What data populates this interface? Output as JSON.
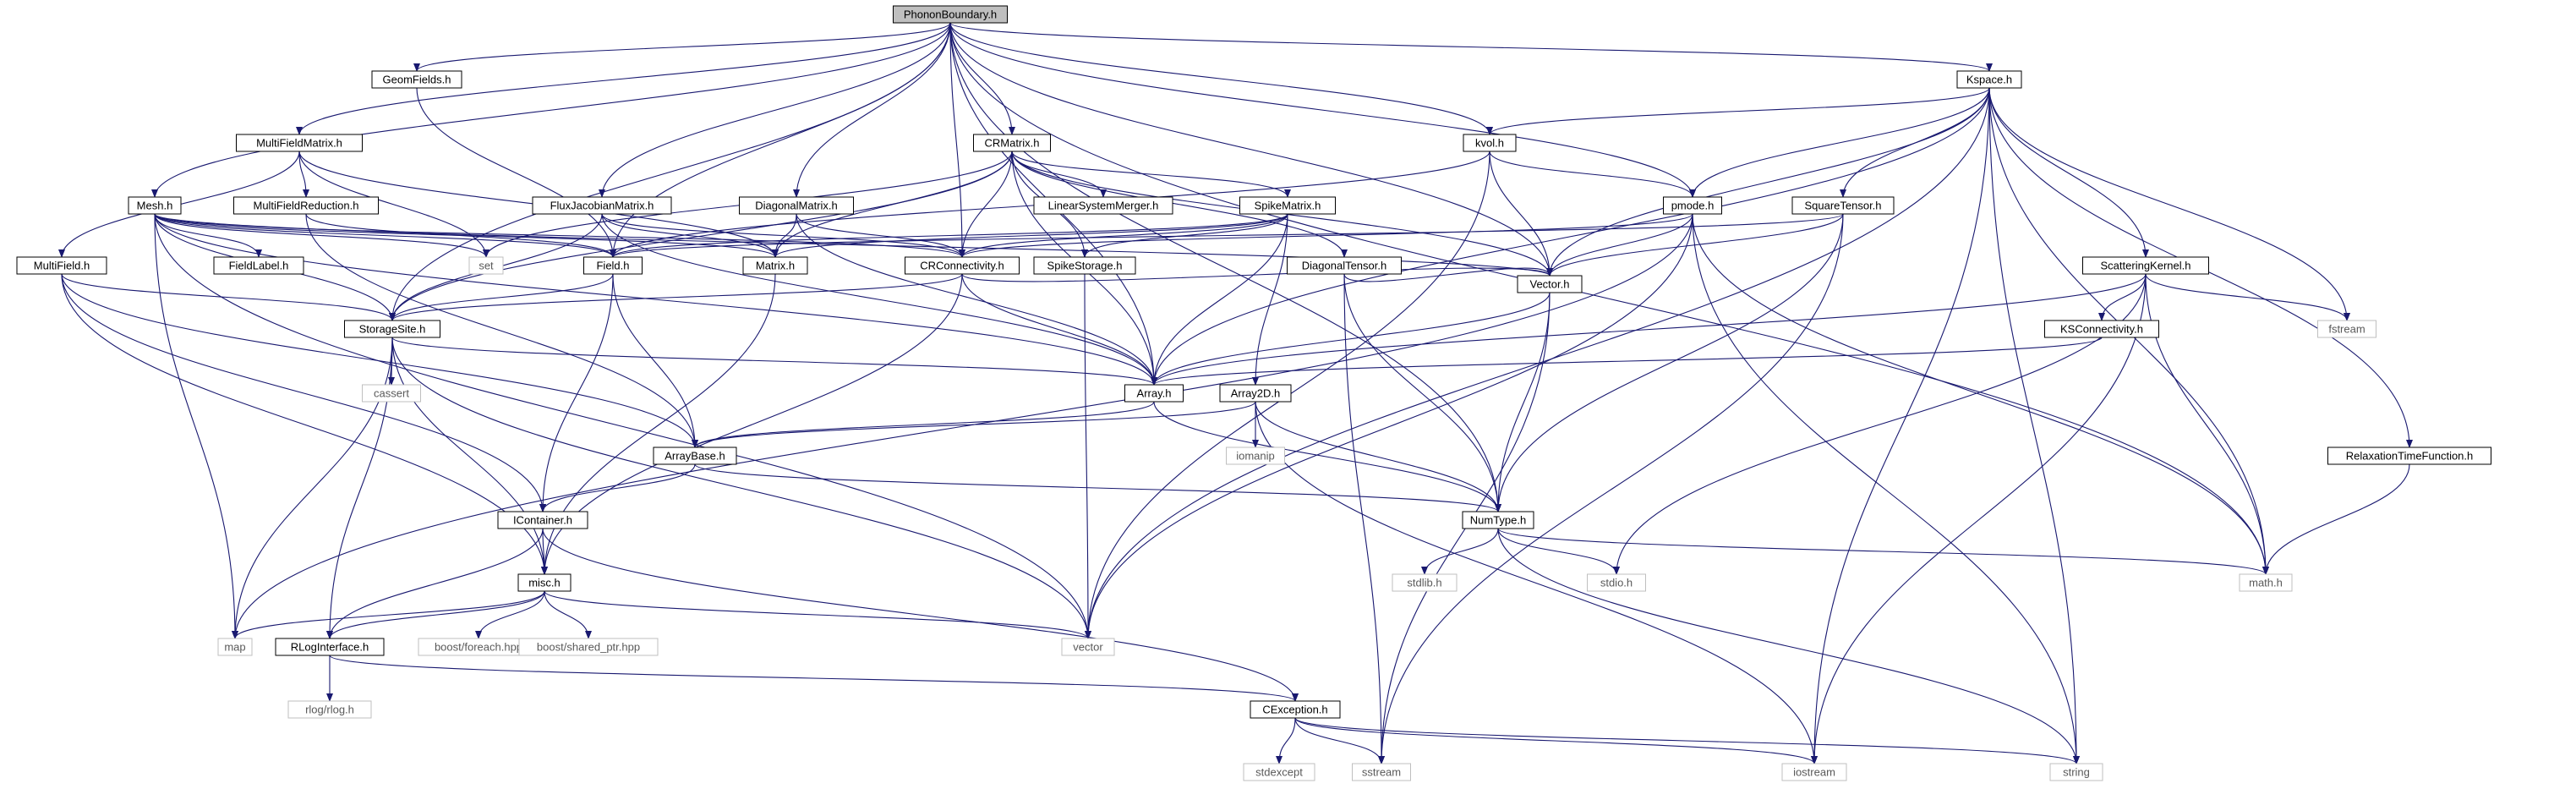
{
  "colors": {
    "edge": "#191970",
    "node_border": "#000000",
    "system_border": "#bfbfbf",
    "root_fill": "#bfbfbf",
    "text": "#000000",
    "system_text": "#595959",
    "background": "#ffffff"
  },
  "nodes": [
    {
      "id": "PhononBoundary",
      "label": "PhononBoundary.h",
      "kind": "root"
    },
    {
      "id": "GeomFields",
      "label": "GeomFields.h",
      "kind": "file"
    },
    {
      "id": "MultiFieldMatrix",
      "label": "MultiFieldMatrix.h",
      "kind": "file"
    },
    {
      "id": "CRMatrix",
      "label": "CRMatrix.h",
      "kind": "file"
    },
    {
      "id": "kvol",
      "label": "kvol.h",
      "kind": "file"
    },
    {
      "id": "Kspace",
      "label": "Kspace.h",
      "kind": "file"
    },
    {
      "id": "Mesh",
      "label": "Mesh.h",
      "kind": "file"
    },
    {
      "id": "MultiFieldReduction",
      "label": "MultiFieldReduction.h",
      "kind": "file"
    },
    {
      "id": "FluxJacobianMatrix",
      "label": "FluxJacobianMatrix.h",
      "kind": "file"
    },
    {
      "id": "DiagonalMatrix",
      "label": "DiagonalMatrix.h",
      "kind": "file"
    },
    {
      "id": "LinearSystemMerger",
      "label": "LinearSystemMerger.h",
      "kind": "file"
    },
    {
      "id": "SpikeMatrix",
      "label": "SpikeMatrix.h",
      "kind": "file"
    },
    {
      "id": "pmode",
      "label": "pmode.h",
      "kind": "file"
    },
    {
      "id": "SquareTensor",
      "label": "SquareTensor.h",
      "kind": "file"
    },
    {
      "id": "MultiField",
      "label": "MultiField.h",
      "kind": "file"
    },
    {
      "id": "FieldLabel",
      "label": "FieldLabel.h",
      "kind": "file"
    },
    {
      "id": "set",
      "label": "set",
      "kind": "system"
    },
    {
      "id": "Field",
      "label": "Field.h",
      "kind": "file"
    },
    {
      "id": "Matrix",
      "label": "Matrix.h",
      "kind": "file"
    },
    {
      "id": "CRConnectivity",
      "label": "CRConnectivity.h",
      "kind": "file"
    },
    {
      "id": "SpikeStorage",
      "label": "SpikeStorage.h",
      "kind": "file"
    },
    {
      "id": "DiagonalTensor",
      "label": "DiagonalTensor.h",
      "kind": "file"
    },
    {
      "id": "Vector",
      "label": "Vector.h",
      "kind": "file"
    },
    {
      "id": "ScatteringKernel",
      "label": "ScatteringKernel.h",
      "kind": "file"
    },
    {
      "id": "StorageSite",
      "label": "StorageSite.h",
      "kind": "file"
    },
    {
      "id": "KSConnectivity",
      "label": "KSConnectivity.h",
      "kind": "file"
    },
    {
      "id": "fstream",
      "label": "fstream",
      "kind": "system"
    },
    {
      "id": "cassert",
      "label": "cassert",
      "kind": "system"
    },
    {
      "id": "Array",
      "label": "Array.h",
      "kind": "file"
    },
    {
      "id": "Array2D",
      "label": "Array2D.h",
      "kind": "file"
    },
    {
      "id": "iomanip",
      "label": "iomanip",
      "kind": "system"
    },
    {
      "id": "ArrayBase",
      "label": "ArrayBase.h",
      "kind": "file"
    },
    {
      "id": "RelaxationTimeFunction",
      "label": "RelaxationTimeFunction.h",
      "kind": "file"
    },
    {
      "id": "IContainer",
      "label": "IContainer.h",
      "kind": "file"
    },
    {
      "id": "NumType",
      "label": "NumType.h",
      "kind": "file"
    },
    {
      "id": "stdlib",
      "label": "stdlib.h",
      "kind": "system"
    },
    {
      "id": "stdio",
      "label": "stdio.h",
      "kind": "system"
    },
    {
      "id": "mathh",
      "label": "math.h",
      "kind": "system"
    },
    {
      "id": "misc",
      "label": "misc.h",
      "kind": "file"
    },
    {
      "id": "map",
      "label": "map",
      "kind": "system"
    },
    {
      "id": "RLogInterface",
      "label": "RLogInterface.h",
      "kind": "file"
    },
    {
      "id": "boostforeach",
      "label": "boost/foreach.hpp",
      "kind": "system"
    },
    {
      "id": "boostshared",
      "label": "boost/shared_ptr.hpp",
      "kind": "system"
    },
    {
      "id": "vector",
      "label": "vector",
      "kind": "system"
    },
    {
      "id": "rlog",
      "label": "rlog/rlog.h",
      "kind": "system"
    },
    {
      "id": "CException",
      "label": "CException.h",
      "kind": "file"
    },
    {
      "id": "stdexcept",
      "label": "stdexcept",
      "kind": "system"
    },
    {
      "id": "sstream",
      "label": "sstream",
      "kind": "system"
    },
    {
      "id": "iostream",
      "label": "iostream",
      "kind": "system"
    },
    {
      "id": "string",
      "label": "string",
      "kind": "system"
    }
  ],
  "edges": [
    [
      "PhononBoundary",
      "GeomFields"
    ],
    [
      "PhononBoundary",
      "MultiFieldMatrix"
    ],
    [
      "PhononBoundary",
      "Mesh"
    ],
    [
      "PhononBoundary",
      "CRMatrix"
    ],
    [
      "PhononBoundary",
      "kvol"
    ],
    [
      "PhononBoundary",
      "Kspace"
    ],
    [
      "PhononBoundary",
      "FluxJacobianMatrix"
    ],
    [
      "PhononBoundary",
      "DiagonalMatrix"
    ],
    [
      "PhononBoundary",
      "CRConnectivity"
    ],
    [
      "PhononBoundary",
      "pmode"
    ],
    [
      "PhononBoundary",
      "Vector"
    ],
    [
      "PhononBoundary",
      "Field"
    ],
    [
      "PhononBoundary",
      "StorageSite"
    ],
    [
      "PhononBoundary",
      "Array"
    ],
    [
      "PhononBoundary",
      "NumType"
    ],
    [
      "PhononBoundary",
      "mathh"
    ],
    [
      "GeomFields",
      "Field"
    ],
    [
      "MultiFieldMatrix",
      "MultiFieldReduction"
    ],
    [
      "MultiFieldMatrix",
      "MultiField"
    ],
    [
      "MultiFieldMatrix",
      "Matrix"
    ],
    [
      "MultiFieldMatrix",
      "set"
    ],
    [
      "MultiFieldReduction",
      "Field"
    ],
    [
      "MultiFieldReduction",
      "ArrayBase"
    ],
    [
      "MultiField",
      "StorageSite"
    ],
    [
      "MultiField",
      "ArrayBase"
    ],
    [
      "MultiField",
      "IContainer"
    ],
    [
      "MultiField",
      "misc"
    ],
    [
      "Mesh",
      "FieldLabel"
    ],
    [
      "Mesh",
      "set"
    ],
    [
      "Mesh",
      "Field"
    ],
    [
      "Mesh",
      "StorageSite"
    ],
    [
      "Mesh",
      "CRConnectivity"
    ],
    [
      "Mesh",
      "Vector"
    ],
    [
      "Mesh",
      "Array"
    ],
    [
      "Mesh",
      "map"
    ],
    [
      "Mesh",
      "vector"
    ],
    [
      "Mesh",
      "Matrix"
    ],
    [
      "CRMatrix",
      "set"
    ],
    [
      "CRMatrix",
      "CRConnectivity"
    ],
    [
      "CRMatrix",
      "LinearSystemMerger"
    ],
    [
      "CRMatrix",
      "SpikeMatrix"
    ],
    [
      "CRMatrix",
      "SpikeStorage"
    ],
    [
      "CRMatrix",
      "Matrix"
    ],
    [
      "CRMatrix",
      "Array"
    ],
    [
      "CRMatrix",
      "StorageSite"
    ],
    [
      "CRMatrix",
      "Vector"
    ],
    [
      "CRMatrix",
      "DiagonalTensor"
    ],
    [
      "FluxJacobianMatrix",
      "Matrix"
    ],
    [
      "FluxJacobianMatrix",
      "CRConnectivity"
    ],
    [
      "FluxJacobianMatrix",
      "StorageSite"
    ],
    [
      "FluxJacobianMatrix",
      "Array"
    ],
    [
      "DiagonalMatrix",
      "Matrix"
    ],
    [
      "DiagonalMatrix",
      "CRConnectivity"
    ],
    [
      "DiagonalMatrix",
      "Array"
    ],
    [
      "SpikeMatrix",
      "CRConnectivity"
    ],
    [
      "SpikeMatrix",
      "SpikeStorage"
    ],
    [
      "SpikeMatrix",
      "Array"
    ],
    [
      "SpikeMatrix",
      "Array2D"
    ],
    [
      "SpikeMatrix",
      "Matrix"
    ],
    [
      "SpikeMatrix",
      "Field"
    ],
    [
      "kvol",
      "pmode"
    ],
    [
      "kvol",
      "Vector"
    ],
    [
      "kvol",
      "Field"
    ],
    [
      "kvol",
      "vector"
    ],
    [
      "Kspace",
      "kvol"
    ],
    [
      "Kspace",
      "pmode"
    ],
    [
      "Kspace",
      "SquareTensor"
    ],
    [
      "Kspace",
      "ScatteringKernel"
    ],
    [
      "Kspace",
      "RelaxationTimeFunction"
    ],
    [
      "Kspace",
      "fstream"
    ],
    [
      "Kspace",
      "mathh"
    ],
    [
      "Kspace",
      "vector"
    ],
    [
      "Kspace",
      "iostream"
    ],
    [
      "Kspace",
      "string"
    ],
    [
      "Kspace",
      "Vector"
    ],
    [
      "Kspace",
      "Array"
    ],
    [
      "pmode",
      "Vector"
    ],
    [
      "pmode",
      "string"
    ],
    [
      "pmode",
      "mathh"
    ],
    [
      "pmode",
      "vector"
    ],
    [
      "pmode",
      "map"
    ],
    [
      "pmode",
      "CRConnectivity"
    ],
    [
      "SquareTensor",
      "Vector"
    ],
    [
      "SquareTensor",
      "NumType"
    ],
    [
      "SquareTensor",
      "sstream"
    ],
    [
      "SquareTensor",
      "Field"
    ],
    [
      "Field",
      "StorageSite"
    ],
    [
      "Field",
      "ArrayBase"
    ],
    [
      "Field",
      "IContainer"
    ],
    [
      "Matrix",
      "misc"
    ],
    [
      "CRConnectivity",
      "StorageSite"
    ],
    [
      "CRConnectivity",
      "Array"
    ],
    [
      "CRConnectivity",
      "misc"
    ],
    [
      "CRConnectivity",
      "Vector"
    ],
    [
      "SpikeStorage",
      "vector"
    ],
    [
      "DiagonalTensor",
      "Vector"
    ],
    [
      "DiagonalTensor",
      "NumType"
    ],
    [
      "DiagonalTensor",
      "sstream"
    ],
    [
      "Vector",
      "NumType"
    ],
    [
      "Vector",
      "Array"
    ],
    [
      "Vector",
      "sstream"
    ],
    [
      "ScatteringKernel",
      "KSConnectivity"
    ],
    [
      "ScatteringKernel",
      "fstream"
    ],
    [
      "ScatteringKernel",
      "mathh"
    ],
    [
      "ScatteringKernel",
      "iostream"
    ],
    [
      "ScatteringKernel",
      "Array"
    ],
    [
      "ScatteringKernel",
      "stdio"
    ],
    [
      "KSConnectivity",
      "Array"
    ],
    [
      "StorageSite",
      "cassert"
    ],
    [
      "StorageSite",
      "Array"
    ],
    [
      "StorageSite",
      "misc"
    ],
    [
      "StorageSite",
      "RLogInterface"
    ],
    [
      "StorageSite",
      "map"
    ],
    [
      "StorageSite",
      "vector"
    ],
    [
      "Array",
      "ArrayBase"
    ],
    [
      "Array",
      "NumType"
    ],
    [
      "Array2D",
      "iomanip"
    ],
    [
      "Array2D",
      "ArrayBase"
    ],
    [
      "Array2D",
      "NumType"
    ],
    [
      "Array2D",
      "iostream"
    ],
    [
      "ArrayBase",
      "IContainer"
    ],
    [
      "ArrayBase",
      "NumType"
    ],
    [
      "RelaxationTimeFunction",
      "mathh"
    ],
    [
      "IContainer",
      "misc"
    ],
    [
      "IContainer",
      "RLogInterface"
    ],
    [
      "IContainer",
      "CException"
    ],
    [
      "NumType",
      "stdlib"
    ],
    [
      "NumType",
      "stdio"
    ],
    [
      "NumType",
      "mathh"
    ],
    [
      "NumType",
      "string"
    ],
    [
      "misc",
      "map"
    ],
    [
      "misc",
      "RLogInterface"
    ],
    [
      "misc",
      "boostforeach"
    ],
    [
      "misc",
      "boostshared"
    ],
    [
      "misc",
      "vector"
    ],
    [
      "RLogInterface",
      "rlog"
    ],
    [
      "RLogInterface",
      "CException"
    ],
    [
      "CException",
      "stdexcept"
    ],
    [
      "CException",
      "sstream"
    ],
    [
      "CException",
      "iostream"
    ],
    [
      "CException",
      "string"
    ]
  ]
}
